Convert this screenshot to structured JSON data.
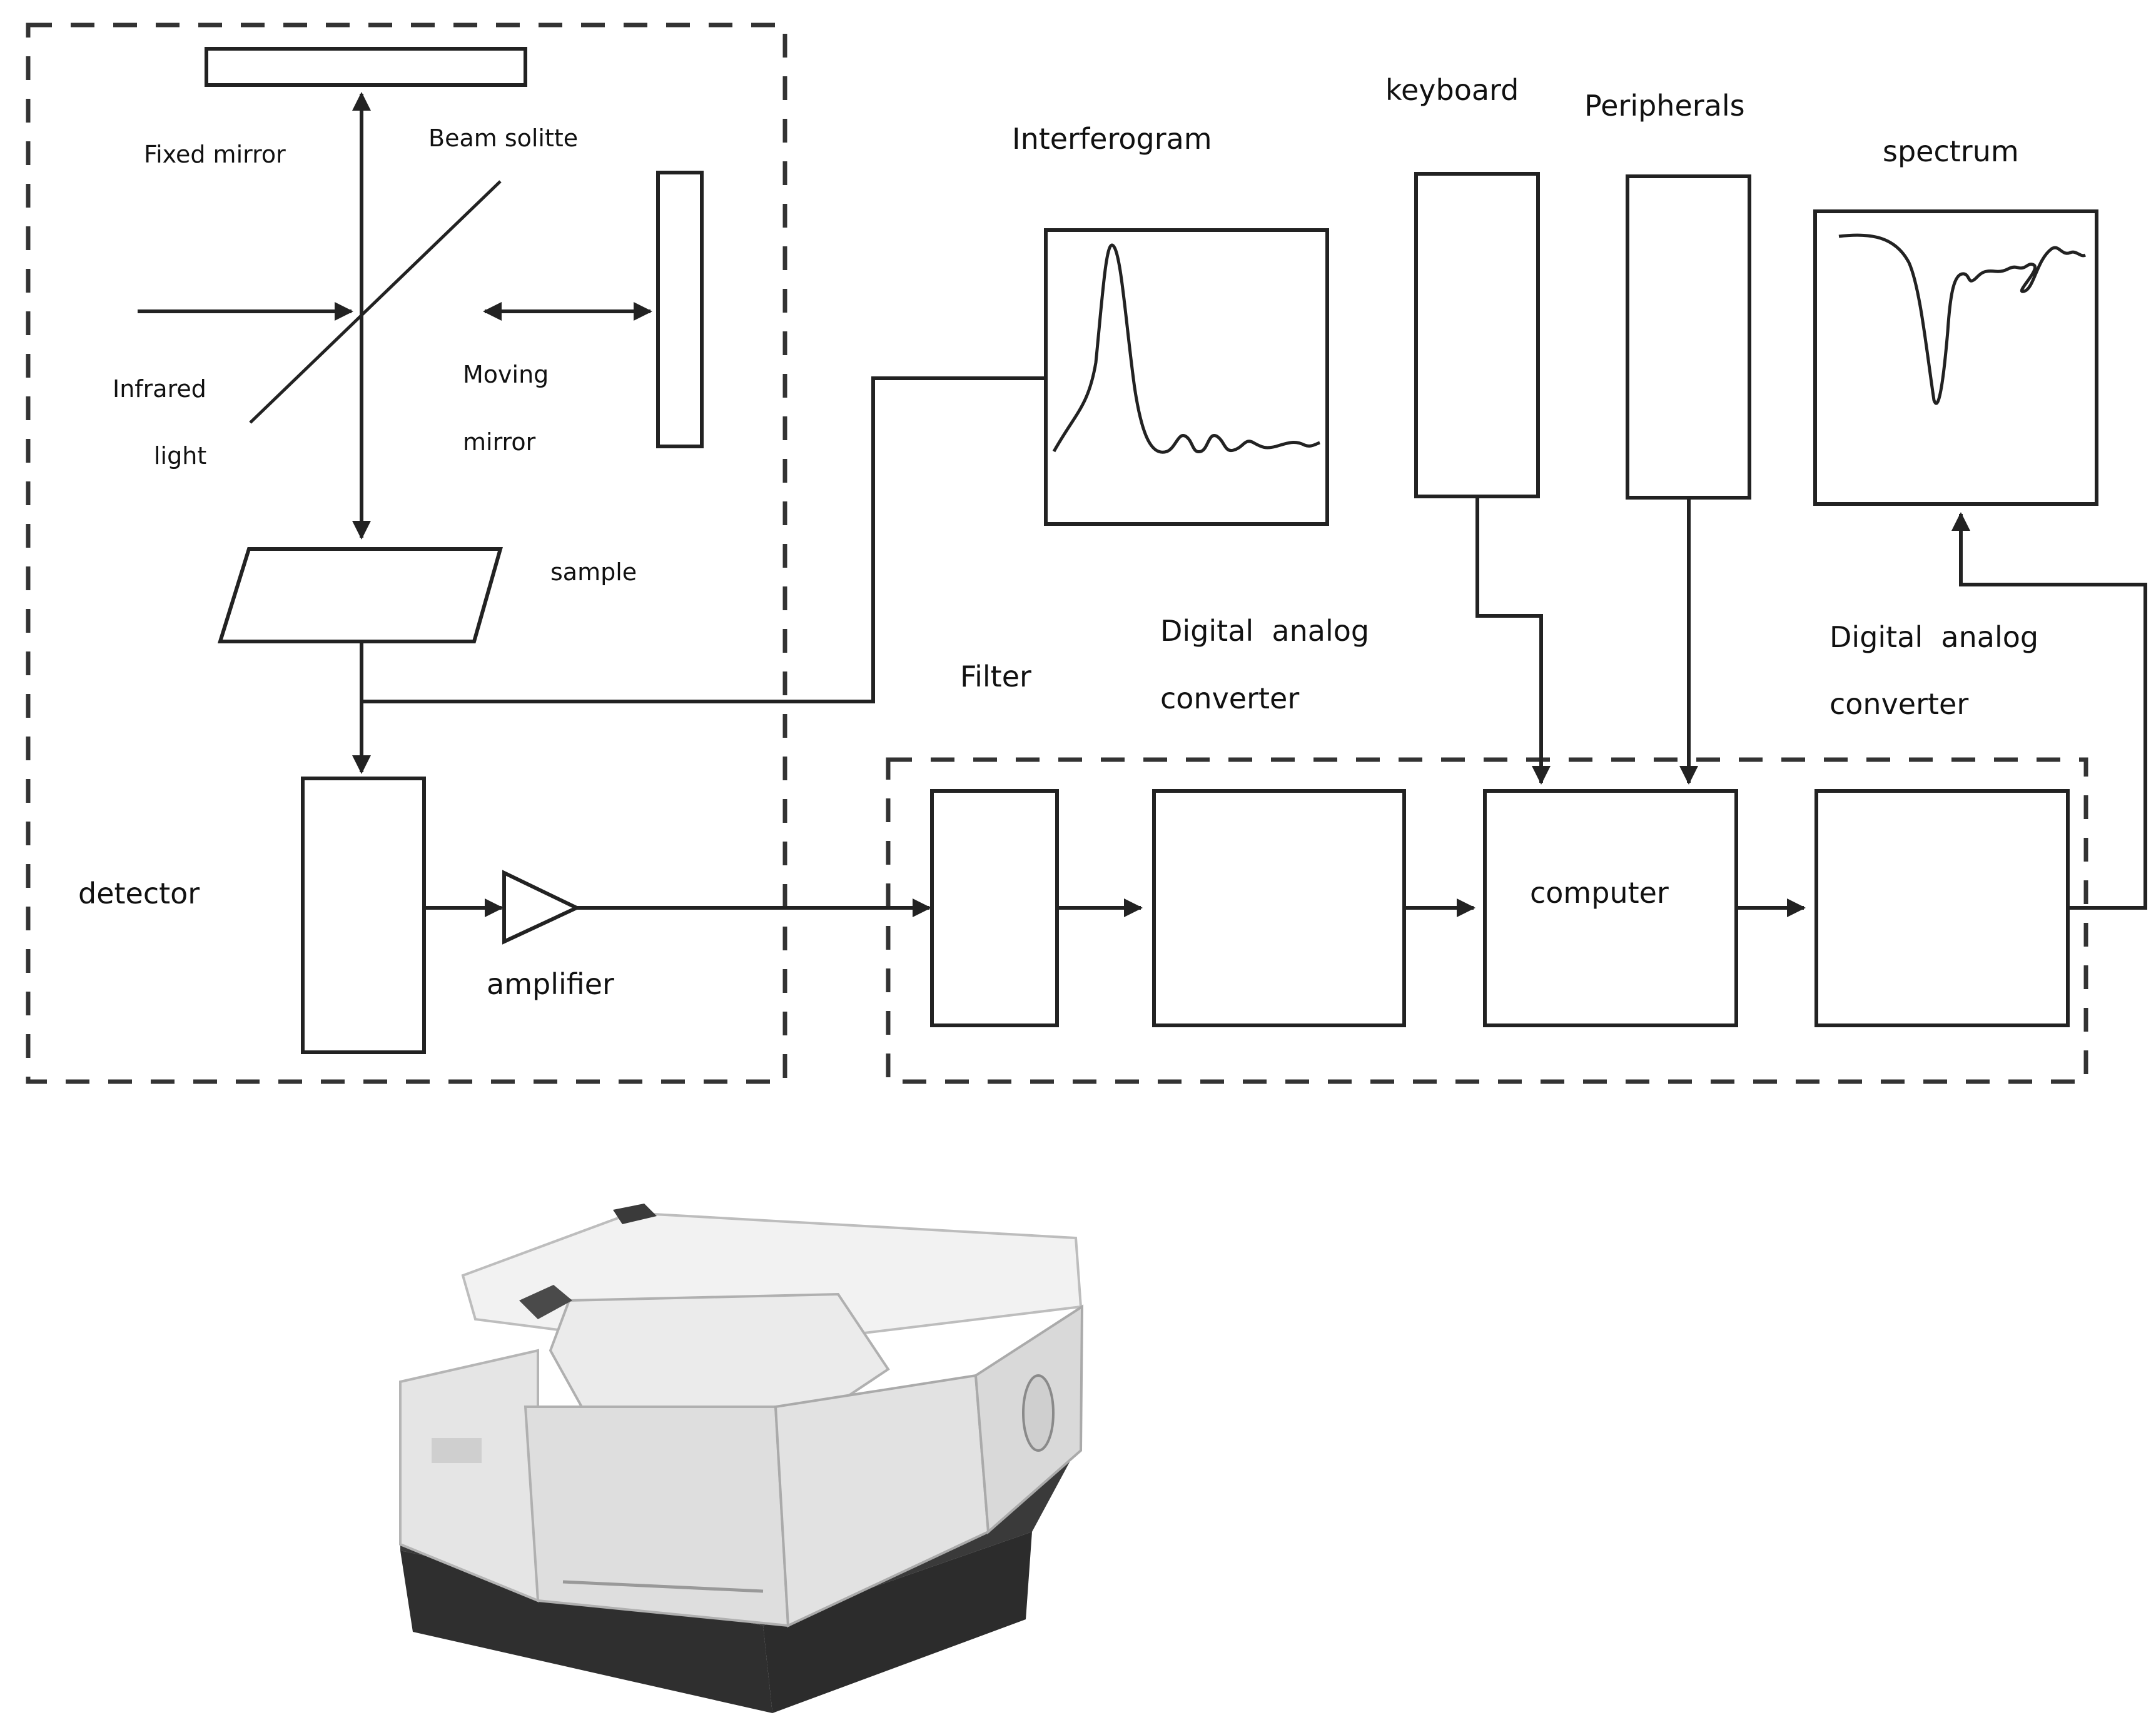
{
  "labels": {
    "fixed_mirror": "Fixed mirror",
    "beam_splitter": "Beam solitte",
    "infrared_line1": "Infrared",
    "infrared_line2": "light",
    "moving_line1": "Moving",
    "moving_line2": "mirror",
    "sample": "sample",
    "detector": "detector",
    "amplifier": "amplifier",
    "interferogram": "Interferogram",
    "keyboard": "keyboard",
    "peripherals": "Peripherals",
    "spectrum": "spectrum",
    "filter": "Filter",
    "dac1_line1": "Digital  analog",
    "dac1_line2": "converter",
    "dac2_line1": "Digital  analog",
    "dac2_line2": "converter",
    "computer": "computer"
  },
  "colors": {
    "stroke": "#222222",
    "background": "#ffffff",
    "device_body": "#e9e9e9",
    "device_base": "#3a3a3a"
  }
}
